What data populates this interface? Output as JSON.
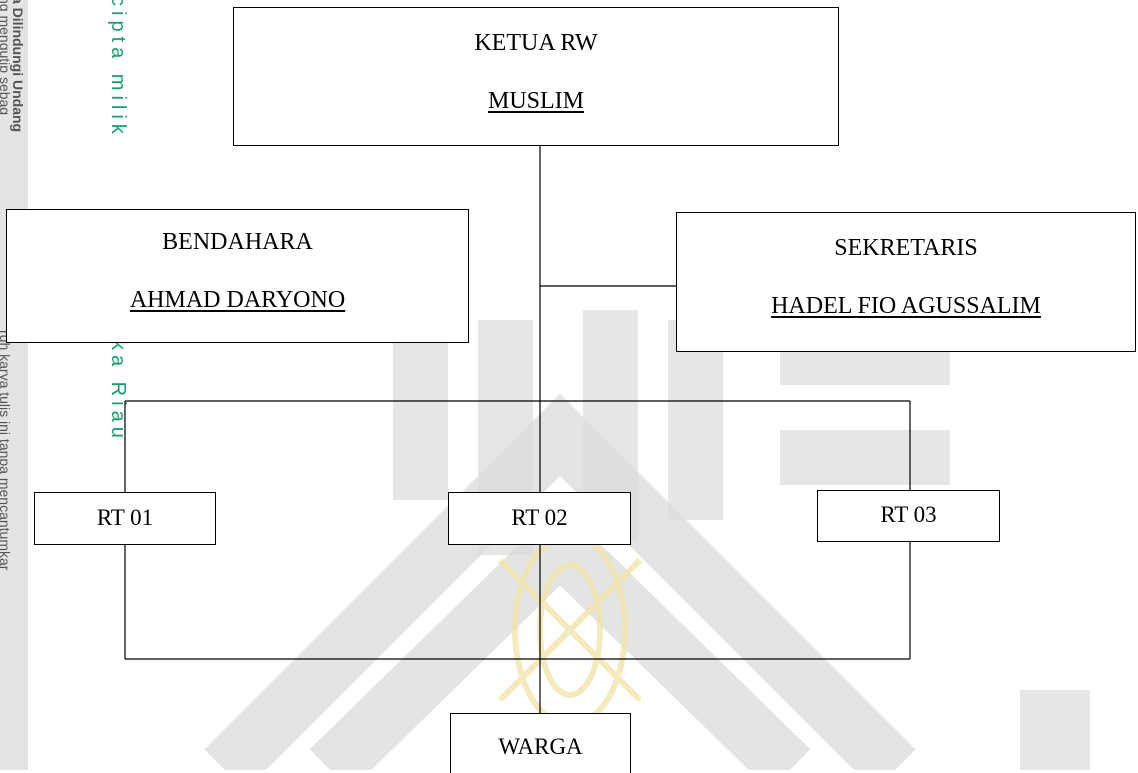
{
  "strip": {
    "line1": "a Dilindungi Undang",
    "line2": "ng mengutip sebag",
    "line3": "ruh karya tulis ini tanpa mencantumkar",
    "watermark1": "cipta milik",
    "watermark2": "ka Riau"
  },
  "org": {
    "ketua": {
      "role": "KETUA RW",
      "name": "MUSLIM"
    },
    "bendahara": {
      "role": "BENDAHARA",
      "name": "AHMAD DARYONO"
    },
    "sekretaris": {
      "role": "SEKRETARIS",
      "name": "HADEL FIO AGUSSALIM"
    },
    "rt": [
      "RT 01",
      "RT 02",
      "RT 03"
    ],
    "warga": "WARGA"
  },
  "colors": {
    "watermark_green": "#17a06b",
    "watermark_gray": "#d3d3d3",
    "watermark_yellow": "#f3e7b0"
  }
}
